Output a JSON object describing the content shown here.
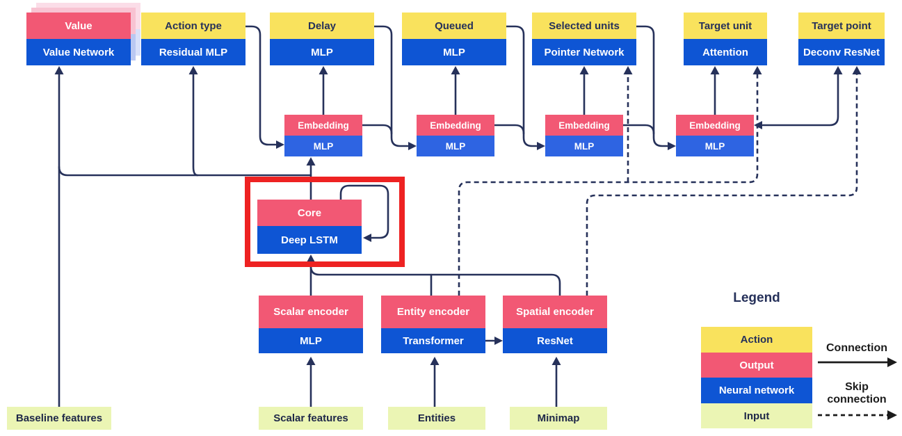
{
  "heads": [
    {
      "label": "Value",
      "sub": "Value Network",
      "type": "output"
    },
    {
      "label": "Action type",
      "sub": "Residual MLP",
      "type": "action"
    },
    {
      "label": "Delay",
      "sub": "MLP",
      "type": "action"
    },
    {
      "label": "Queued",
      "sub": "MLP",
      "type": "action"
    },
    {
      "label": "Selected units",
      "sub": "Pointer Network",
      "type": "action"
    },
    {
      "label": "Target unit",
      "sub": "Attention",
      "type": "action"
    },
    {
      "label": "Target point",
      "sub": "Deconv ResNet",
      "type": "action"
    }
  ],
  "embeddings": [
    {
      "label": "Embedding",
      "sub": "MLP"
    },
    {
      "label": "Embedding",
      "sub": "MLP"
    },
    {
      "label": "Embedding",
      "sub": "MLP"
    },
    {
      "label": "Embedding",
      "sub": "MLP"
    }
  ],
  "core": {
    "label": "Core",
    "sub": "Deep LSTM"
  },
  "encoders": [
    {
      "label": "Scalar encoder",
      "sub": "MLP"
    },
    {
      "label": "Entity encoder",
      "sub": "Transformer"
    },
    {
      "label": "Spatial encoder",
      "sub": "ResNet"
    }
  ],
  "inputs": [
    {
      "label": "Baseline features"
    },
    {
      "label": "Scalar features"
    },
    {
      "label": "Entities"
    },
    {
      "label": "Minimap"
    }
  ],
  "legend": {
    "title": "Legend",
    "items": [
      {
        "label": "Action",
        "color": "#f9e25d"
      },
      {
        "label": "Output",
        "color": "#f25874"
      },
      {
        "label": "Neural network",
        "color": "#0e55d4"
      },
      {
        "label": "Input",
        "color": "#ebf5b4"
      }
    ],
    "connection_label": "Connection",
    "skip_connection_label": "Skip connection"
  },
  "colors": {
    "action_yellow": "#f9e25d",
    "output_pink": "#f25874",
    "network_blue": "#0e55d4",
    "input_green": "#ebf5b4",
    "line_navy": "#26315a",
    "highlight_red": "#ee2222"
  }
}
